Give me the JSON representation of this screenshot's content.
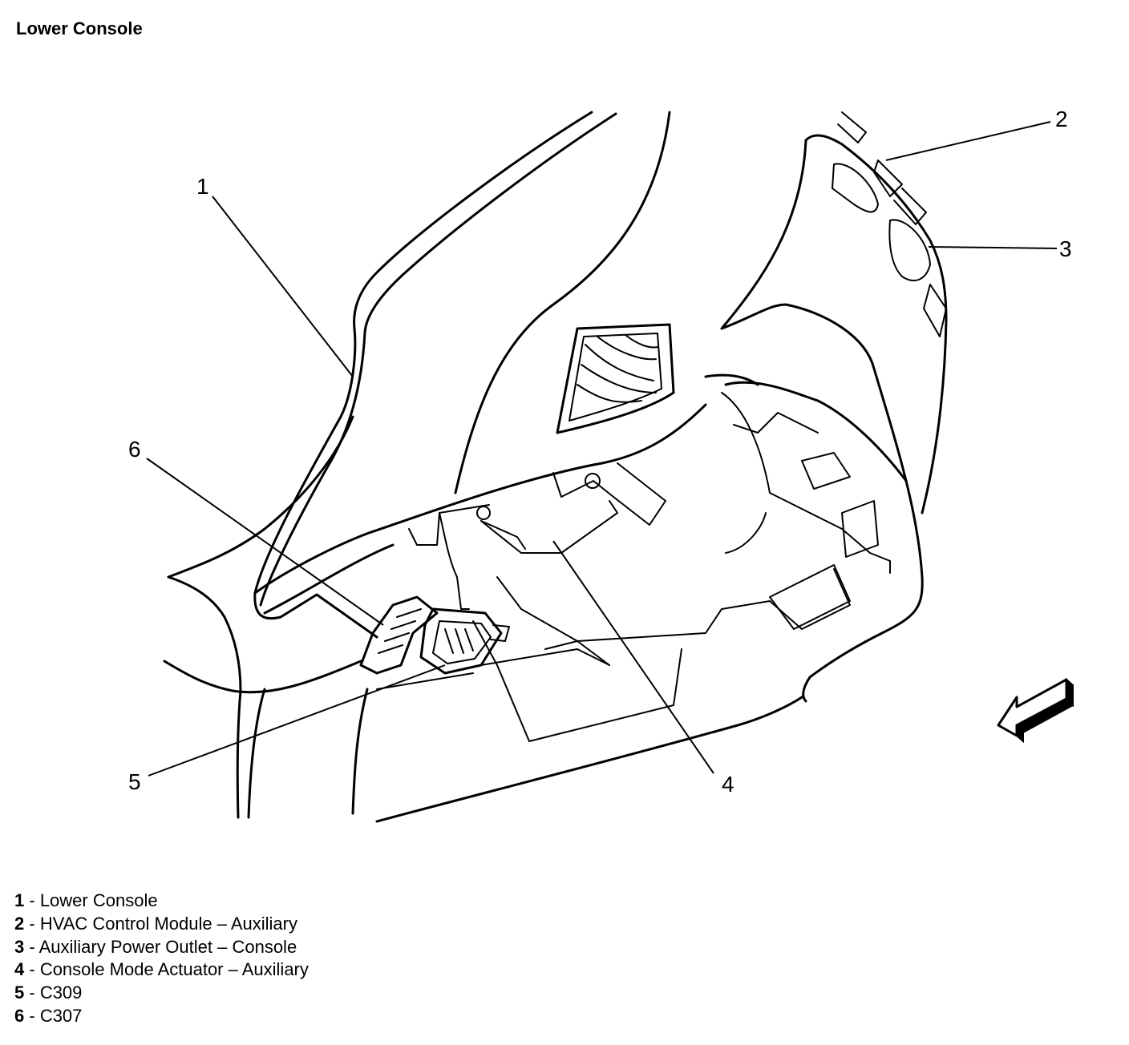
{
  "title": "Lower Console",
  "callouts": [
    "1",
    "2",
    "3",
    "4",
    "5",
    "6"
  ],
  "legend": [
    {
      "num": "1",
      "sep": " - ",
      "label": "Lower Console"
    },
    {
      "num": "2",
      "sep": " - ",
      "label": "HVAC Control Module – Auxiliary"
    },
    {
      "num": "3",
      "sep": " - ",
      "label": "Auxiliary Power Outlet – Console"
    },
    {
      "num": "4",
      "sep": " - ",
      "label": "Console Mode Actuator – Auxiliary"
    },
    {
      "num": "5",
      "sep": " - ",
      "label": "C309"
    },
    {
      "num": "6",
      "sep": " - ",
      "label": "C307"
    }
  ],
  "colors": {
    "line": "#000000",
    "background": "#ffffff"
  },
  "icons": [
    "direction-arrow-icon"
  ]
}
